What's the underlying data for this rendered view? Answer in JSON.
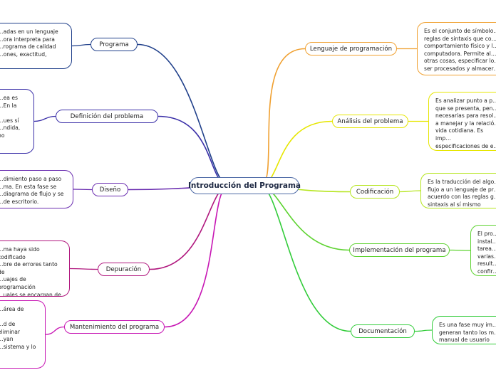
{
  "central": {
    "label": "Introducción del Programa"
  },
  "colors": {
    "central": "#4e6aa6",
    "programa": "#1f3f8a",
    "definicion": "#3a2fa8",
    "diseno": "#6a2db0",
    "depuracion": "#b0177e",
    "mantenimiento": "#c716b4",
    "lenguaje": "#f0a030",
    "analisis": "#e6e600",
    "codificacion": "#b5e51d",
    "implementacion": "#5ed331",
    "documentacion": "#32cc3a"
  },
  "left": [
    {
      "key": "programa",
      "label": "Programa",
      "desc": "…adas en un lenguaje\n…ora interpreta para\n…rograma de calidad\n…ones, exactitud,"
    },
    {
      "key": "definicion",
      "label": "Definición del problema",
      "desc": "…ea es\n…En la\n\n…ues sí\n…ndida, no"
    },
    {
      "key": "diseno",
      "label": "Diseño",
      "desc": "…dimiento paso a paso\n…ma. En esta fase se\n…diagrama de flujo y se\n…de escritorio."
    },
    {
      "key": "depuracion",
      "label": "Depuración",
      "desc": "…ma haya sido codificado\n…bre de errores tanto de\n…uajes de programación\n…uales se encargan de\n… su propio lenguaje y\n…tectados antes de correr"
    },
    {
      "key": "mantenimiento",
      "label": "Mantenimiento del programa",
      "desc": "…área de\n\n…d de eliminar\n…yan\n…sistema y lo"
    }
  ],
  "right": [
    {
      "key": "lenguaje",
      "label": "Lenguaje de programación",
      "desc": "Es el conjunto de símbolo…\nreglas de sintaxis que co…\ncomportamiento físico y l…\ncomputadora. Permite al…\notras cosas, especificar lo…\nser procesados y almacer…"
    },
    {
      "key": "analisis",
      "label": "Análisis del problema",
      "desc": "Es analizar punto a p…\nque se presenta, pen…\nnecesarias para resol…\na manejar y la relació…\nvida cotidiana. Es imp…\nespecificaciones de e…\nsean escritas de form…"
    },
    {
      "key": "codificacion",
      "label": "Codificación",
      "desc": "Es la traducción del algo…\nflujo a un lenguaje de pr…\nacuerdo con las reglas g…\nsintaxis al sí mismo"
    },
    {
      "key": "implementacion",
      "label": "Implementación del programa",
      "desc": "El pro…\ninstal…\ntarea…\nvarias…\nresult…\nconfir…"
    },
    {
      "key": "documentacion",
      "label": "Documentación",
      "desc": "Es una fase muy im…\ngeneran tanto los m…\nmanual de usuario y…"
    }
  ]
}
